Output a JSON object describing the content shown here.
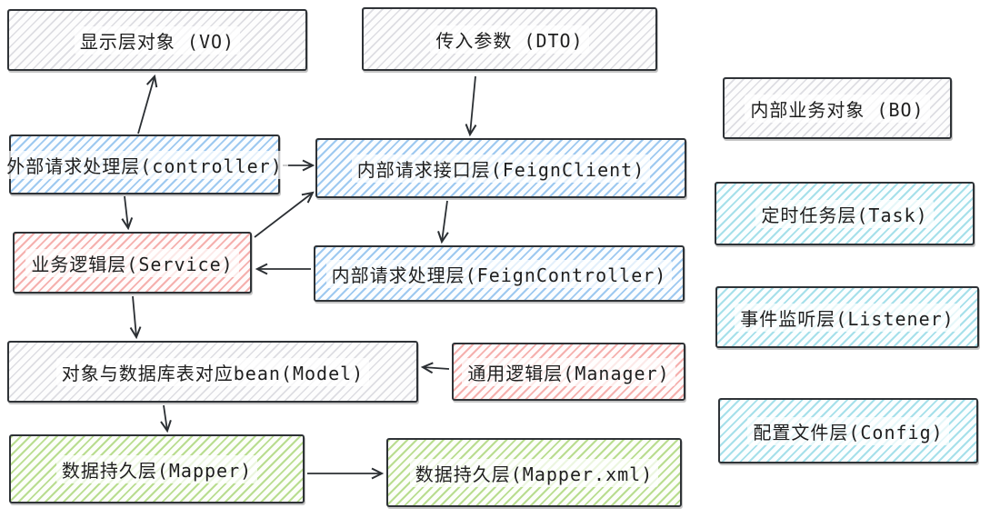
{
  "diagram": {
    "nodes": {
      "vo": {
        "label": "显示层对象 (VO)",
        "fill": "gray"
      },
      "dto": {
        "label": "传入参数 (DTO)",
        "fill": "gray"
      },
      "controller": {
        "label": "外部请求处理层(controller)",
        "fill": "blue"
      },
      "feign_client": {
        "label": "内部请求接口层(FeignClient)",
        "fill": "blue"
      },
      "service": {
        "label": "业务逻辑层(Service)",
        "fill": "red"
      },
      "feign_controller": {
        "label": "内部请求处理层(FeignController)",
        "fill": "blue"
      },
      "model": {
        "label": "对象与数据库表对应bean(Model)",
        "fill": "gray"
      },
      "manager": {
        "label": "通用逻辑层(Manager)",
        "fill": "red"
      },
      "mapper": {
        "label": "数据持久层(Mapper)",
        "fill": "green"
      },
      "mapper_xml": {
        "label": "数据持久层(Mapper.xml)",
        "fill": "green"
      },
      "bo": {
        "label": "内部业务对象 (BO)",
        "fill": "gray"
      },
      "task": {
        "label": "定时任务层(Task)",
        "fill": "cyan"
      },
      "listener": {
        "label": "事件监听层(Listener)",
        "fill": "cyan"
      },
      "config": {
        "label": "配置文件层(Config)",
        "fill": "cyan"
      }
    },
    "edges": [
      {
        "from": "controller",
        "to": "vo"
      },
      {
        "from": "dto",
        "to": "feign_client"
      },
      {
        "from": "controller",
        "to": "feign_client"
      },
      {
        "from": "controller",
        "to": "service"
      },
      {
        "from": "service",
        "to": "feign_client"
      },
      {
        "from": "feign_client",
        "to": "feign_controller"
      },
      {
        "from": "feign_controller",
        "to": "service"
      },
      {
        "from": "service",
        "to": "model"
      },
      {
        "from": "manager",
        "to": "model"
      },
      {
        "from": "model",
        "to": "mapper"
      },
      {
        "from": "mapper",
        "to": "mapper_xml"
      }
    ],
    "palette": {
      "stroke": "#2f3337",
      "gray_hatch": "#dddde2",
      "blue_hatch": "#9ec9f0",
      "red_hatch": "#f5b0ae",
      "green_hatch": "#b9dd90",
      "cyan_hatch": "#a6e0ea",
      "background": "#ffffff"
    }
  }
}
